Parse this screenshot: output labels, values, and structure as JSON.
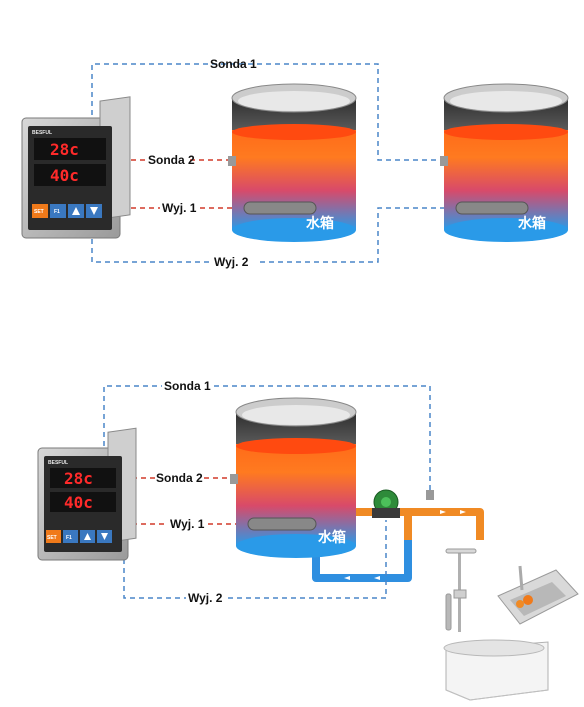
{
  "colors": {
    "dashed_blue": "#4a86c8",
    "dashed_red": "#d23a2a",
    "hot_water": "#ff6a1a",
    "cold_water": "#2a9ae8",
    "pipe_orange": "#f08a24",
    "pipe_blue": "#2f8fe0"
  },
  "top_diagram": {
    "controller": {
      "display_top": "28c",
      "display_bottom": "40c",
      "brand": "BESFUL",
      "set_button": "SET",
      "f1_button": "F1"
    },
    "labels": {
      "sonda1": "Sonda 1",
      "sonda2": "Sonda 2",
      "wyj1": "Wyj. 1",
      "wyj2": "Wyj. 2"
    },
    "tank_label": "水箱"
  },
  "bottom_diagram": {
    "controller": {
      "display_top": "28c",
      "display_bottom": "40c",
      "brand": "BESFUL",
      "set_button": "SET",
      "f1_button": "F1"
    },
    "labels": {
      "sonda1": "Sonda 1",
      "sonda2": "Sonda 2",
      "wyj1": "Wyj. 1",
      "wyj2": "Wyj. 2"
    },
    "tank_label": "水箱"
  },
  "icons": [
    "controller-icon",
    "water-tank-icon",
    "pump-icon",
    "shower-icon",
    "sink-icon",
    "bathtub-icon"
  ]
}
